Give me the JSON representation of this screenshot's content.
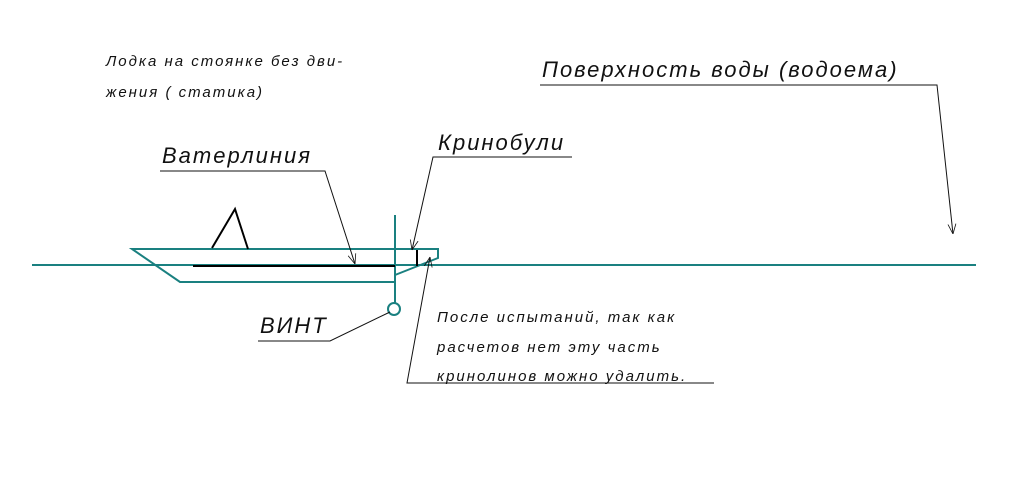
{
  "colors": {
    "hull": "#1a8080",
    "ink": "#111111"
  },
  "notes": {
    "status_line1": "Лодка на стоянке без дви-",
    "status_line2": "жения  ( статика)"
  },
  "labels": {
    "waterline": "Ватерлиния",
    "crinobuli": "Кринобули",
    "water_surface": "Поверхность воды (водоема)",
    "propeller": "ВИНТ"
  },
  "remark": {
    "line1": "После испытаний, так как",
    "line2": "расчетов нет эту часть",
    "line3": "кринолинов можно удалить."
  }
}
